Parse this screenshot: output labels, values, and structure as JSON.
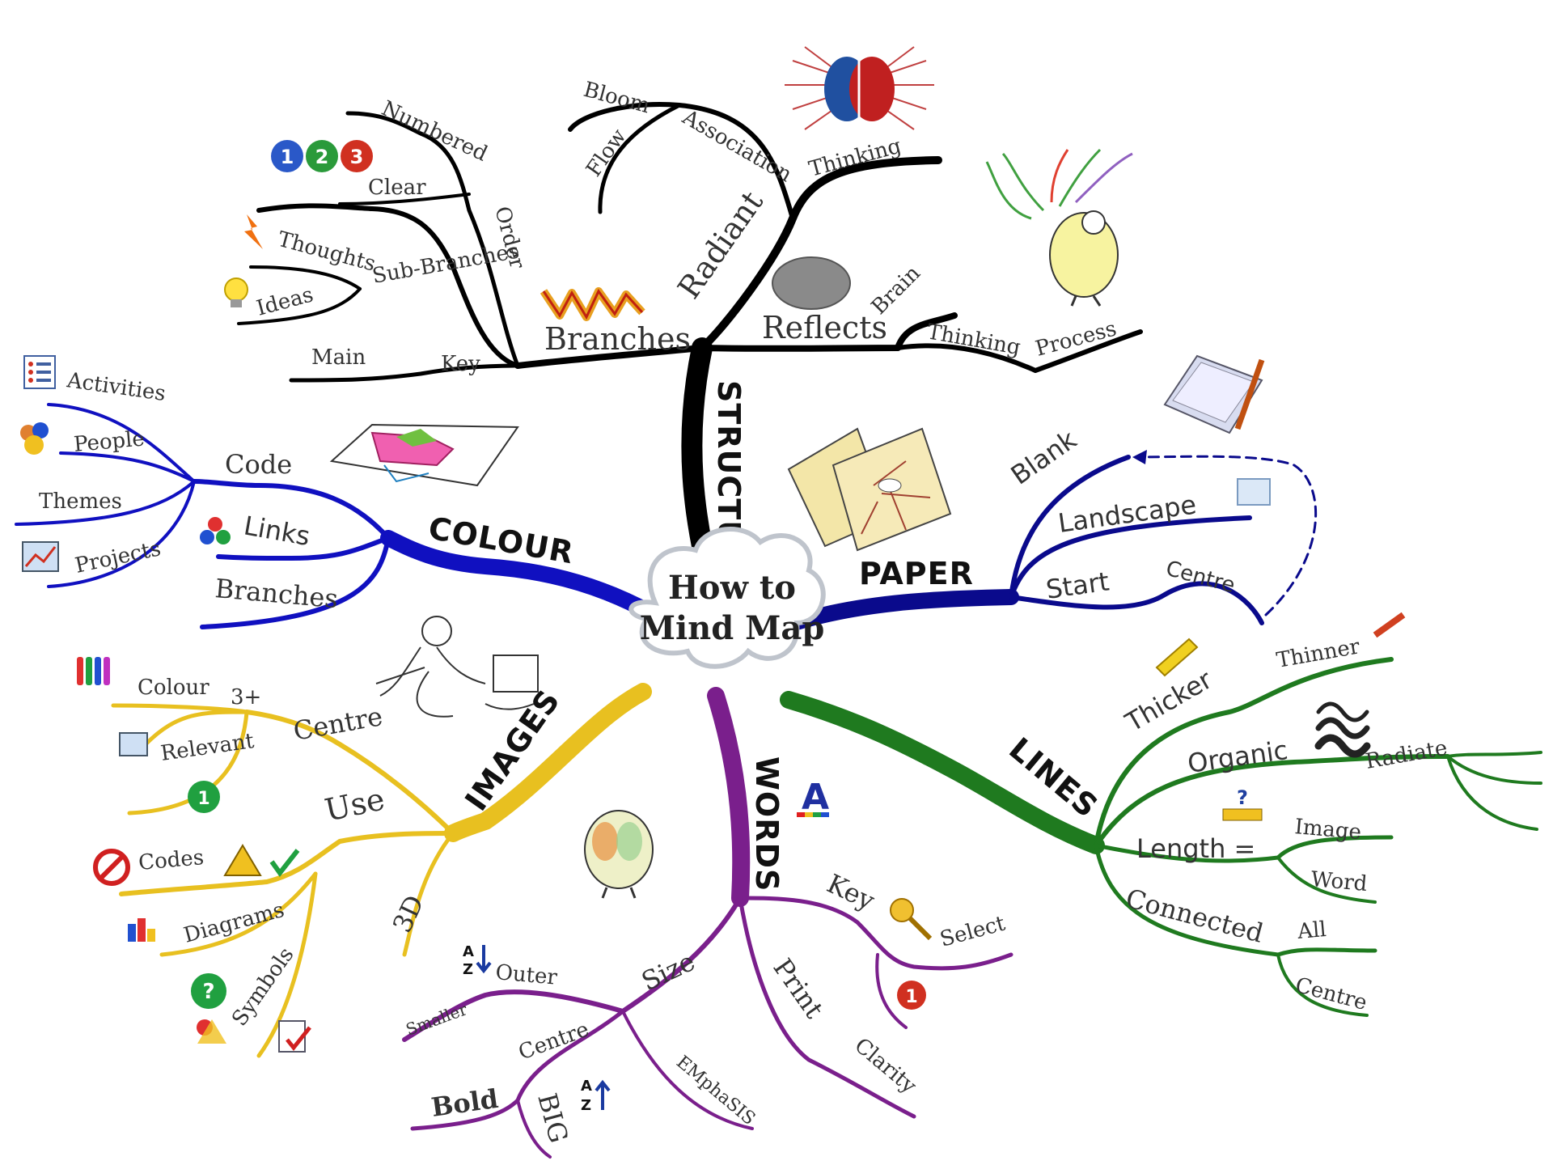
{
  "center": {
    "line1": "How to",
    "line2": "Mind Map"
  },
  "colors": {
    "structure": "#000000",
    "paper": "#0a0a8c",
    "lines": "#1f7a1f",
    "words": "#7a1f8c",
    "images": "#e8c020",
    "colour": "#1010c0"
  },
  "structure": {
    "label": "STRUCTURE",
    "branches": "Branches",
    "radiant": "Radiant",
    "reflects": "Reflects",
    "brain": "Brain",
    "thinking": "Thinking",
    "process": "Process",
    "thinking2": "Thinking",
    "association": "Association",
    "bloom": "Bloom",
    "flow": "Flow",
    "numbered": "Numbered",
    "clear": "Clear",
    "order": "Order",
    "sub_branches": "Sub-Branches",
    "thoughts": "Thoughts",
    "ideas": "Ideas",
    "main": "Main",
    "key": "Key"
  },
  "paper": {
    "label": "PAPER",
    "blank": "Blank",
    "landscape": "Landscape",
    "start": "Start",
    "centre": "Centre"
  },
  "lines": {
    "label": "LINES",
    "thicker": "Thicker",
    "thinner": "Thinner",
    "organic": "Organic",
    "radiate": "Radiate",
    "length": "Length =",
    "image": "Image",
    "word": "Word",
    "connected": "Connected",
    "all": "All",
    "centre": "Centre"
  },
  "words": {
    "label": "WORDS",
    "key": "Key",
    "select": "Select",
    "print": "Print",
    "clarity": "Clarity",
    "size": "Size",
    "outer": "Outer",
    "smaller": "Smaller",
    "centre": "Centre",
    "bold": "Bold",
    "big": "BIG",
    "emphasis": "EMphaSIS"
  },
  "images": {
    "label": "IMAGES",
    "centre": "Centre",
    "colour": "Colour",
    "three_plus": "3+",
    "relevant": "Relevant",
    "use": "Use",
    "codes": "Codes",
    "diagrams": "Diagrams",
    "symbols": "Symbols",
    "three_d": "3D"
  },
  "colour": {
    "label": "COLOUR",
    "code": "Code",
    "activities": "Activities",
    "people": "People",
    "themes": "Themes",
    "projects": "Projects",
    "links": "Links",
    "branches": "Branches"
  },
  "icons": {
    "num1": "1",
    "num2": "2",
    "num3": "3",
    "num1b": "1",
    "num1c": "1",
    "question": "?",
    "letter_a": "A",
    "az_a": "A",
    "az_z": "Z",
    "za_a": "A",
    "za_z": "Z"
  }
}
